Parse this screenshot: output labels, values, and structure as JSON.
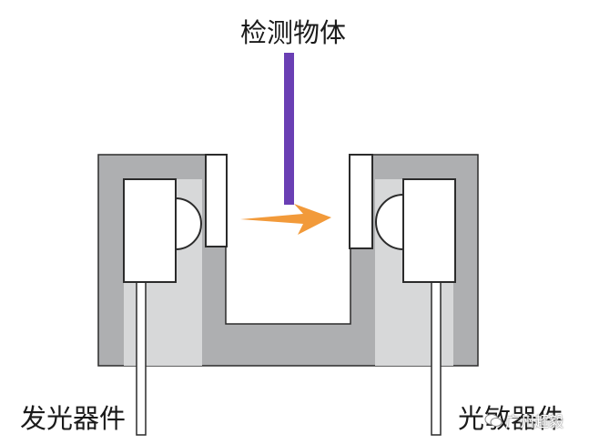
{
  "labels": {
    "detected_object": "检测物体",
    "emitter": "发光器件",
    "receiver": "光敏器件"
  },
  "watermark": {
    "text": "广州超毅",
    "icon": "wechat-logo-icon"
  },
  "colors": {
    "housing_outer": "#aeafb1",
    "housing_inner": "#d7d8d9",
    "component_fill": "#ffffff",
    "outline": "#2b2b2b",
    "object": "#6a3fb4",
    "beam": "#f29a3a"
  }
}
